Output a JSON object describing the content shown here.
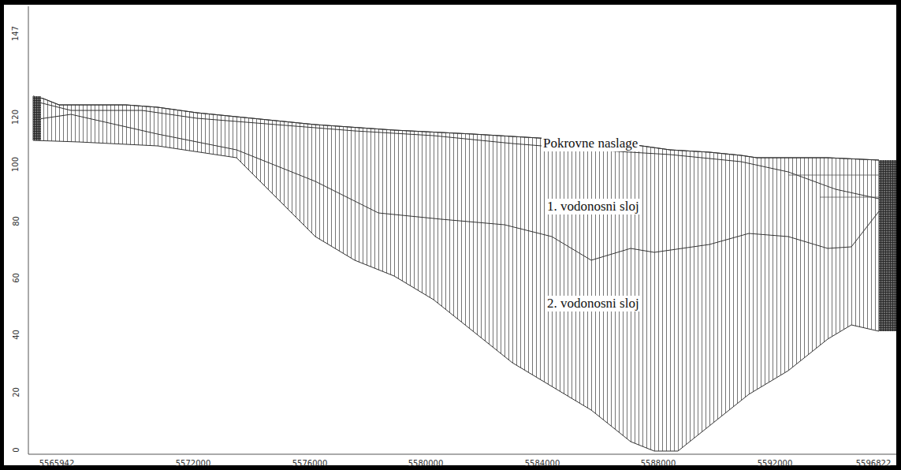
{
  "diagram": {
    "labels": [
      "147",
      "120",
      "100",
      "80",
      "60",
      "40",
      "20",
      "0",
      "5565942",
      "5572000",
      "5576000",
      "5580000",
      "5584000",
      "5588000",
      "5592000",
      "5596822",
      "Pokrovne naslage",
      "1. vodonosni sloj",
      "2. vodonosni sloj"
    ]
  }
}
